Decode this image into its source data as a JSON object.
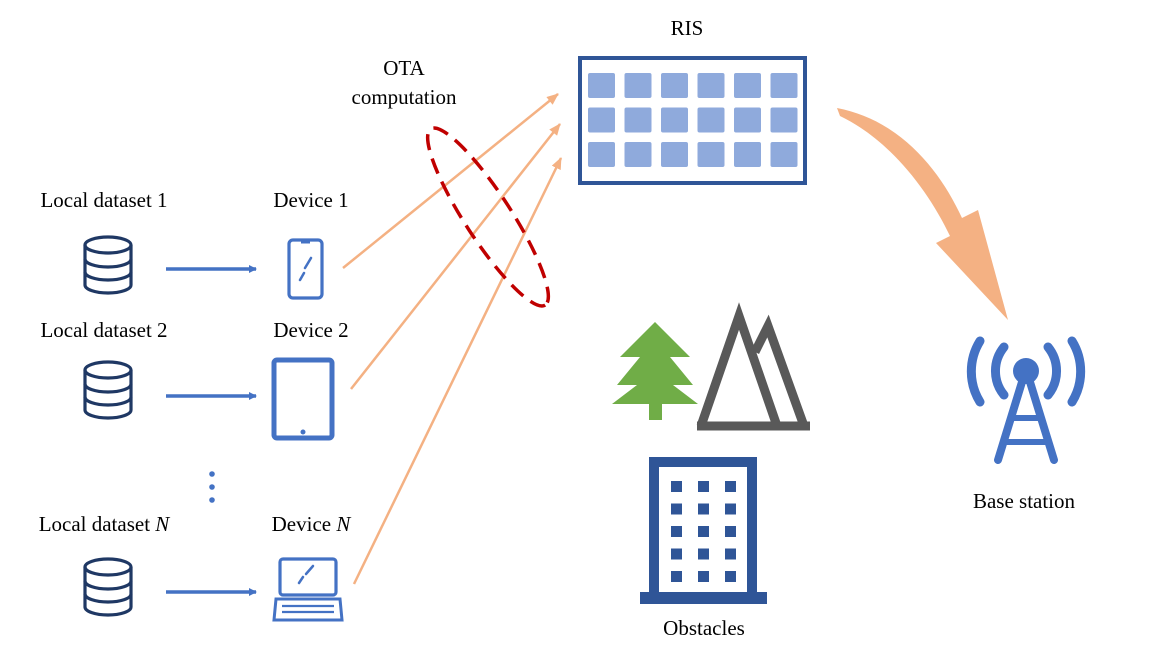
{
  "labels": {
    "ris": "RIS",
    "ota_line1": "OTA",
    "ota_line2": "computation",
    "base_station": "Base station",
    "obstacles": "Obstacles"
  },
  "rows": [
    {
      "dataset_label": "Local dataset ",
      "dataset_index": "1",
      "device_label": "Device ",
      "device_index": "1",
      "device_icon": "smartphone-icon"
    },
    {
      "dataset_label": "Local dataset ",
      "dataset_index": "2",
      "device_label": "Device ",
      "device_index": "2",
      "device_icon": "tablet-icon"
    },
    {
      "dataset_label": "Local dataset ",
      "dataset_index": "N",
      "device_label": "Device ",
      "device_index": "N",
      "device_icon": "laptop-icon"
    }
  ],
  "colors": {
    "icon_blue": "#4472c4",
    "dark_navy": "#1f3864",
    "ris_frame": "#2f5597",
    "ris_cell": "#8faadc",
    "signal_orange": "#f4b183",
    "ota_ellipse": "#c00000",
    "tree_green": "#70ad47",
    "mountain_gray": "#595959",
    "building_blue": "#2f5597"
  }
}
